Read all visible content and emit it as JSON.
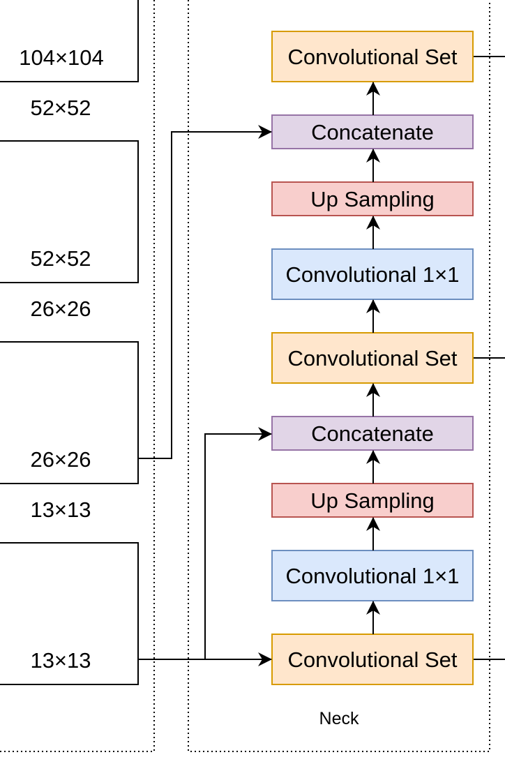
{
  "neck": {
    "label": "Neck",
    "blocks": [
      {
        "id": "set3",
        "label": "Convolutional Set",
        "kind": "conv_set"
      },
      {
        "id": "cat2",
        "label": "Concatenate",
        "kind": "concat"
      },
      {
        "id": "up2",
        "label": "Up Sampling",
        "kind": "upsample"
      },
      {
        "id": "c1x1b",
        "label": "Convolutional 1×1",
        "kind": "conv1x1"
      },
      {
        "id": "set2",
        "label": "Convolutional Set",
        "kind": "conv_set"
      },
      {
        "id": "cat1",
        "label": "Concatenate",
        "kind": "concat"
      },
      {
        "id": "up1",
        "label": "Up Sampling",
        "kind": "upsample"
      },
      {
        "id": "c1x1a",
        "label": "Convolutional 1×1",
        "kind": "conv1x1"
      },
      {
        "id": "set1",
        "label": "Convolutional Set",
        "kind": "conv_set"
      }
    ]
  },
  "backbone": {
    "stages": [
      {
        "id": "s104",
        "output_label": "104×104",
        "next_label": "52×52"
      },
      {
        "id": "s52",
        "output_label": "52×52",
        "next_label": "26×26"
      },
      {
        "id": "s26",
        "output_label": "26×26",
        "next_label": "13×13"
      },
      {
        "id": "s13",
        "output_label": "13×13"
      }
    ]
  },
  "colors": {
    "conv_set": {
      "fill": "#ffe6cc",
      "stroke": "#d79b00"
    },
    "concat": {
      "fill": "#e1d5e7",
      "stroke": "#9673a6"
    },
    "upsample": {
      "fill": "#f8cecc",
      "stroke": "#b85450"
    },
    "conv1x1": {
      "fill": "#dae8fc",
      "stroke": "#6c8ebf"
    },
    "backbone": {
      "fill": "#ffffff",
      "stroke": "#000000"
    }
  }
}
